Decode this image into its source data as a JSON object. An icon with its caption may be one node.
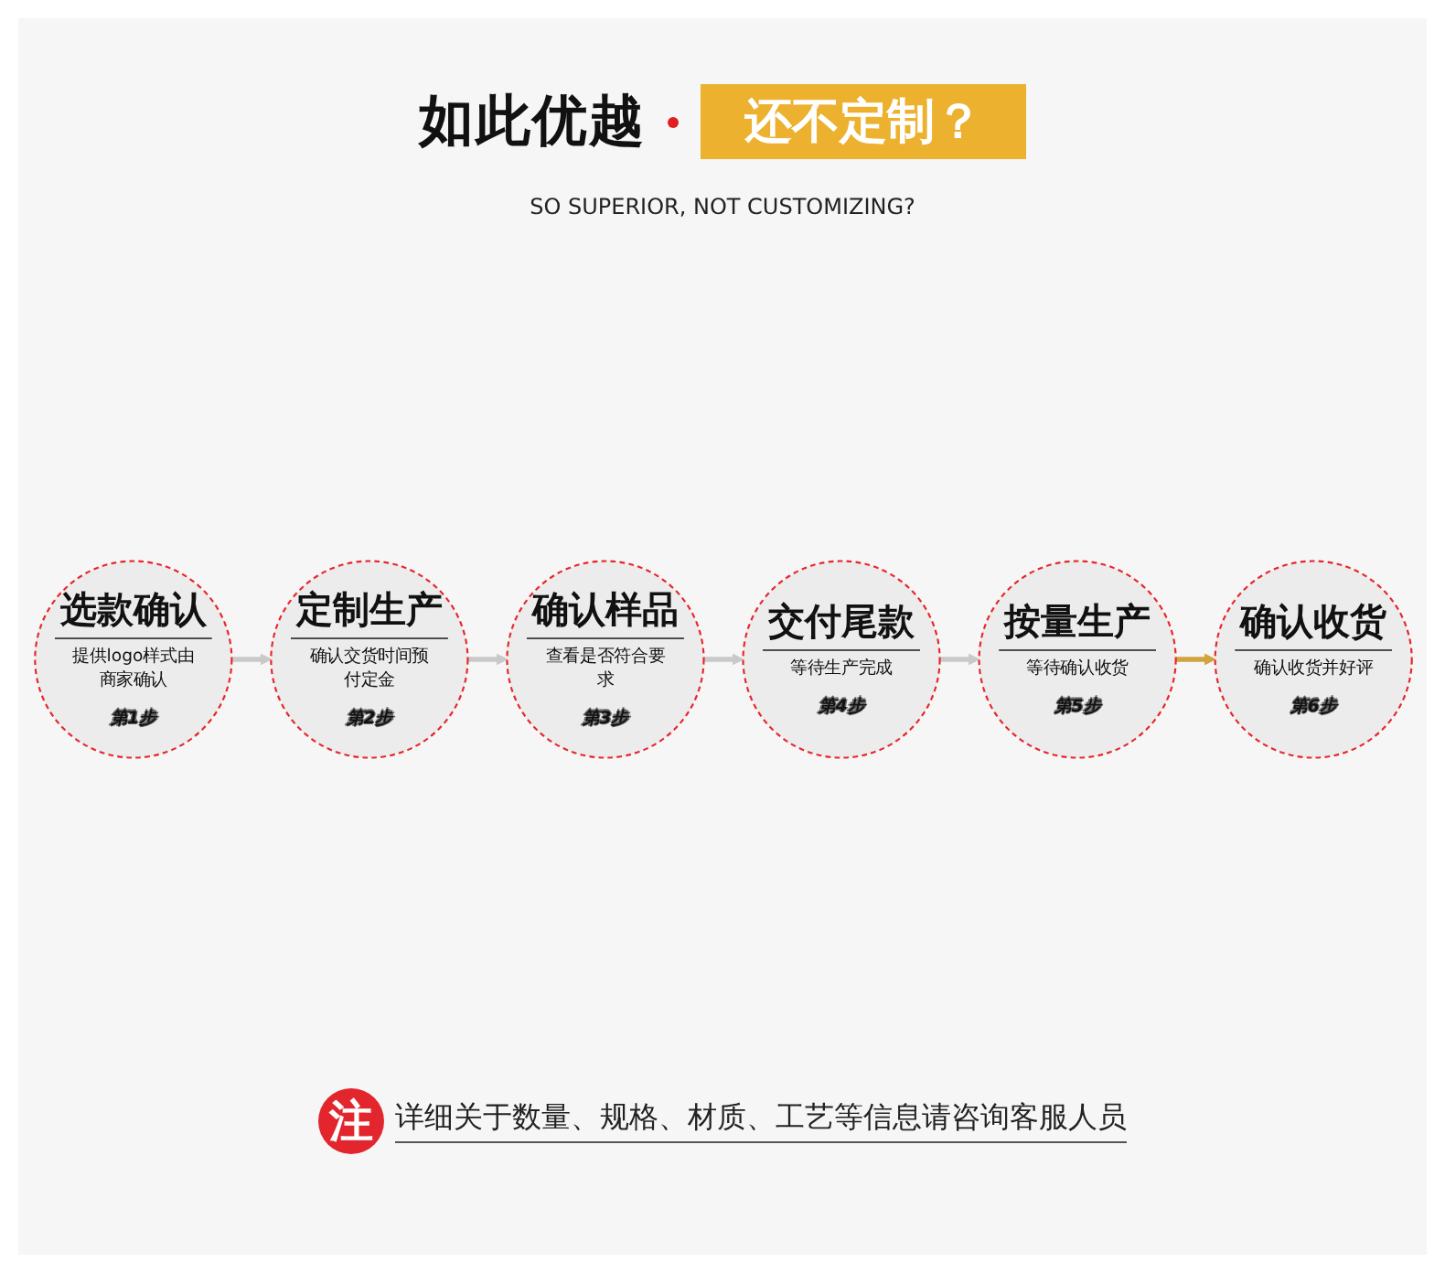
{
  "diagram": {
    "title": "如此优越",
    "nodes": [
      {
        "text": [
          "选款确认",
          "提供logo样式由商家确认",
          "第1步"
        ]
      },
      {
        "text": [
          "定制生产",
          "确认交货时间预付定金",
          "第2步"
        ]
      },
      {
        "text": [
          "确认样品",
          "查看是否符合要求",
          "第3步"
        ]
      },
      {
        "text": [
          "交付尾款",
          "等待生产完成",
          "第4步"
        ]
      },
      {
        "text": [
          "按量生产",
          "等待确认收货",
          "第5步"
        ]
      },
      {
        "text": [
          "确认收货",
          "确认收货并好评",
          "第6步"
        ]
      }
    ],
    "edges": [
      {
        "from": 0,
        "to": 1,
        "arrow": "to"
      },
      {
        "from": 1,
        "to": 2,
        "arrow": "to"
      },
      {
        "from": 2,
        "to": 3,
        "arrow": "to"
      },
      {
        "from": 3,
        "to": 4,
        "arrow": "to"
      },
      {
        "from": 4,
        "to": 5,
        "arrow": "to",
        "color": "#d1a43f"
      }
    ],
    "labels": [
      "还不定制？",
      "SO SUPERIOR, NOT CUSTOMIZING?",
      "注",
      "详细关于数量、规格、材质、工艺等信息请咨询客服人员"
    ]
  }
}
